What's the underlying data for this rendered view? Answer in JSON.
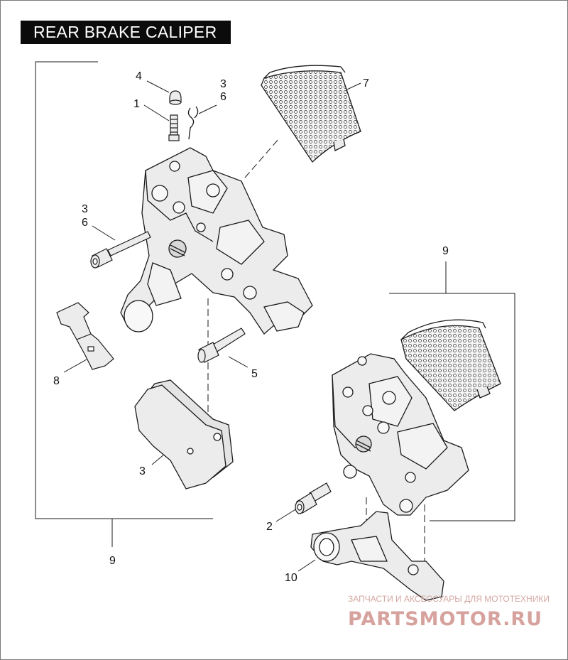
{
  "title": "REAR BRAKE CALIPER",
  "callouts": {
    "c1": "1",
    "c2": "2",
    "c3a": "3",
    "c3b": "3",
    "c3c": "3",
    "c4": "4",
    "c5": "5",
    "c6a": "6",
    "c6b": "6",
    "c7": "7",
    "c8": "8",
    "c9a": "9",
    "c9b": "9",
    "c10": "10"
  },
  "watermark": {
    "line1": "ЗАПЧАСТИ И АКСЕССУАРЫ ДЛЯ МОТОТЕХНИКИ",
    "brand": "PARTSMOTOR.RU"
  },
  "colors": {
    "background": "#ffffff",
    "title_bg": "#0b0b0b",
    "title_fg": "#ffffff",
    "line_art": "#1a1a1a",
    "part_fill": "#ececec",
    "watermark": "#d6a29d"
  }
}
